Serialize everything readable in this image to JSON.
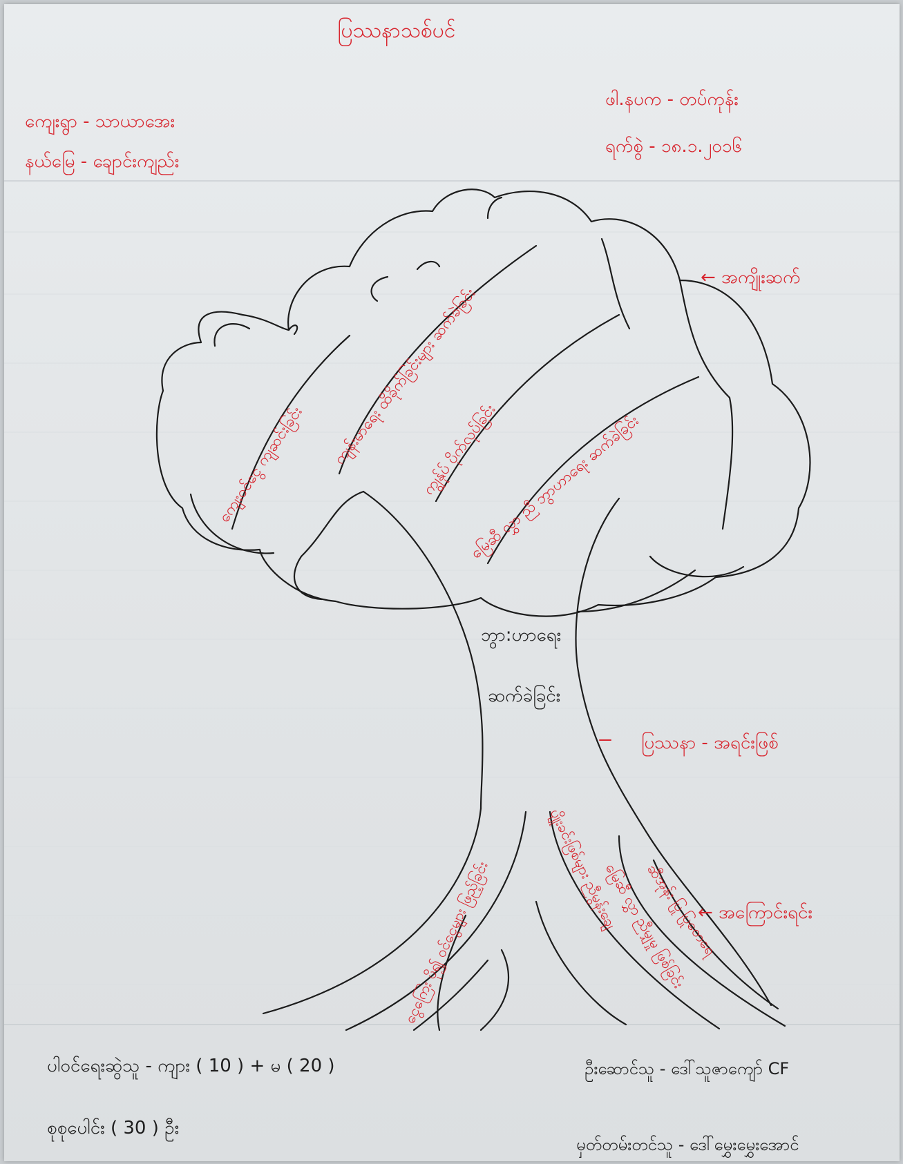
{
  "title": "ပြဿနာသစ်ပင်",
  "header": {
    "village": "ကျေးရွာ - သာယာအေး",
    "township": "နယ်မြေ - ချောင်းကျည်း",
    "topic_left": "ဖါ.နပက - တပ်ကုန်း",
    "date": "ရက်စွဲ - ၁၈.၁.၂၀၁၆"
  },
  "tree": {
    "crown_label": "← အကျိုးဆက်",
    "trunk_label": "ပြဿနာ - အရင်းဖြစ်",
    "trunk_text": [
      "ဘွာ:ဟာရေး",
      "ဆက်ခဲခြင်း"
    ],
    "roots_label": "← အကြောင်းရင်း",
    "branches": [
      "ကျေးဝင်ငွေ ကျဆင်းခြင်း",
      "ကျန်းမာရေး ထိခိုက်ခြင်းများ ဆက်ခဲခြင်း",
      "ကျွန်ုပ် ပိုက်လုပ်ခြင်း",
      "မြေဆီ လွှာ ညီ ဘွာဟာရေး ဆက်ခဲခြင်း"
    ],
    "roots": [
      "ငွေကြေး ပို၍ ဝင်ငွေများ ဖြည့်ခြင်း",
      "ပျိုးခင်းဖြစ်များ ညီမွန်းချေ",
      "မြေဆီ လွှာ ညီမျှမှု ဖြစ်ခြင်း",
      "ဆီအုန်း ပြု ပြုတေရေ"
    ]
  },
  "footer": {
    "participants": "ပါဝင်ရေးဆွဲသူ - ကျား ( 10 ) + မ ( 20 )",
    "total": "စုစုပေါင်း ( 30 ) ဦး",
    "facilitator": "ဦးဆောင်သူ - ဒေါ်သူဇာကျော် CF",
    "recorder": "မှတ်တမ်းတင်သူ - ဒေါ်မွှေးမွှေးအောင်"
  },
  "colors": {
    "ink_red": "#d8262f",
    "ink_black": "#1c1c1c",
    "paper": "#e6e9eb"
  }
}
